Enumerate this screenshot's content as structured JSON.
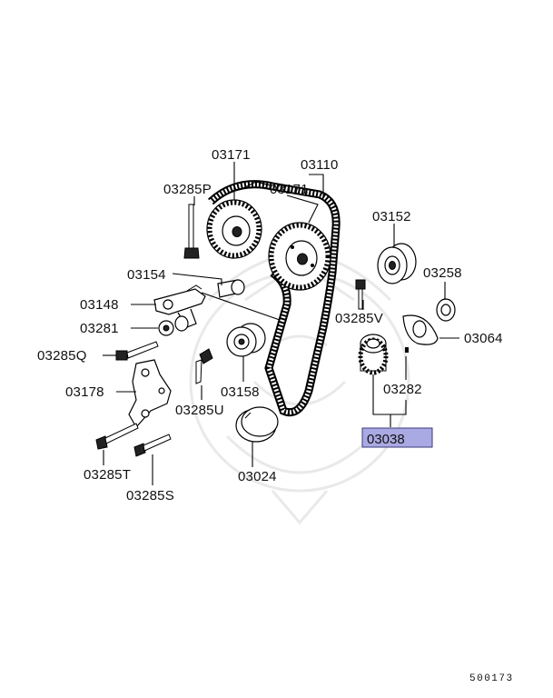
{
  "diagram": {
    "callouts": {
      "c03171_a": "03171",
      "c03110": "03110",
      "c03285P": "03285P",
      "c03171_b": "03171",
      "c03152": "03152",
      "c03154": "03154",
      "c03258": "03258",
      "c03148": "03148",
      "c03285V": "03285V",
      "c03281": "03281",
      "c03064": "03064",
      "c03285Q": "03285Q",
      "c03178": "03178",
      "c03158": "03158",
      "c03282": "03282",
      "c03285U": "03285U",
      "c03038": "03038",
      "c03285T": "03285T",
      "c03024": "03024",
      "c03285S": "03285S"
    },
    "highlight_color": "#a9a9e3",
    "figure_code": "500173"
  }
}
